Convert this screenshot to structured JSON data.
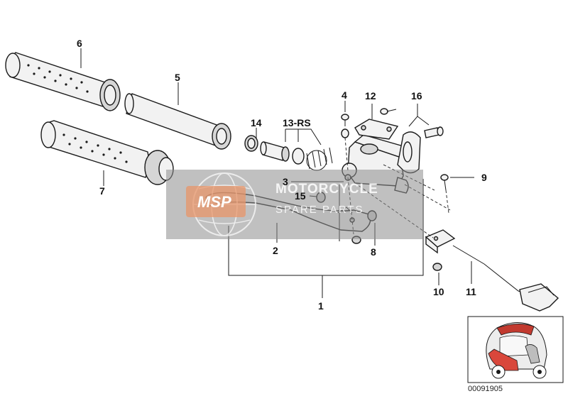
{
  "labels": {
    "p1": "1",
    "p2": "2",
    "p3": "3",
    "p4": "4",
    "p5": "5",
    "p6": "6",
    "p7": "7",
    "p8": "8",
    "p9": "9",
    "p10": "10",
    "p11": "11",
    "p12": "12",
    "p13": "13-RS",
    "p14": "14",
    "p15": "15",
    "p16": "16"
  },
  "watermark": {
    "logo_text": "MSP",
    "brand": "MOTORCYCLE",
    "sub": "SPARE PARTS"
  },
  "reference": "00091905",
  "colors": {
    "watermark_band": "#8c8c8c",
    "watermark_logo": "#e8956a",
    "line": "#1a1a1a"
  }
}
